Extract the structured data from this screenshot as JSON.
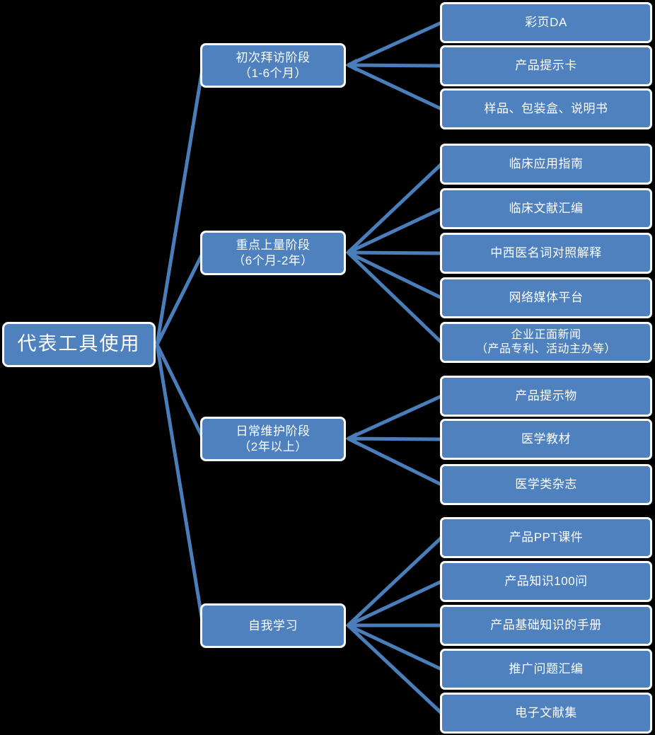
{
  "diagram": {
    "title": "代表工具使用",
    "type": "tree",
    "background_color": "#000000",
    "node_fill_color": "#4e81bd",
    "node_border_color": "#ffffff",
    "connector_color": "#4a7ebb",
    "text_color": "#ffffff",
    "root": {
      "label": "代表工具使用"
    },
    "branches": [
      {
        "label": "初次拜访阶段\n（1-6个月）",
        "name": "first-visit-stage",
        "children": [
          {
            "label": "彩页DA"
          },
          {
            "label": "产品提示卡"
          },
          {
            "label": "样品、包装盒、说明书"
          }
        ]
      },
      {
        "label": "重点上量阶段\n（6个月-2年）",
        "name": "key-volume-stage",
        "children": [
          {
            "label": "临床应用指南"
          },
          {
            "label": "临床文献汇编"
          },
          {
            "label": "中西医名词对照解释"
          },
          {
            "label": "网络媒体平台"
          },
          {
            "label": "企业正面新闻\n（产品专利、活动主办等）"
          }
        ]
      },
      {
        "label": "日常维护阶段\n（2年以上）",
        "name": "daily-maintenance-stage",
        "children": [
          {
            "label": "产品提示物"
          },
          {
            "label": "医学教材"
          },
          {
            "label": "医学类杂志"
          }
        ]
      },
      {
        "label": "自我学习",
        "name": "self-study-stage",
        "children": [
          {
            "label": "产品PPT课件"
          },
          {
            "label": "产品知识100问"
          },
          {
            "label": "产品基础知识的手册"
          },
          {
            "label": "推广问题汇编"
          },
          {
            "label": "电子文献集"
          }
        ]
      }
    ]
  }
}
